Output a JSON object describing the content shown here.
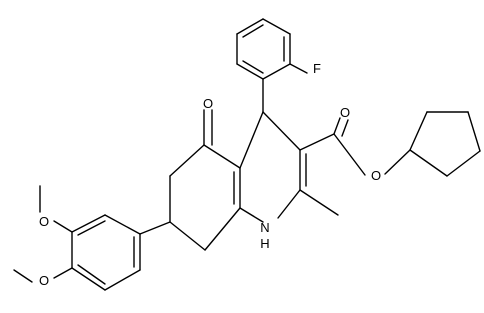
{
  "molecule": {
    "atoms": {
      "oxygen_ketone": "O",
      "oxygen_carbonyl": "O",
      "oxygen_ester": "O",
      "fluorine": "F",
      "nitrogen_h": "H",
      "nitrogen": "N",
      "oxygen_methoxy_upper": "O",
      "oxygen_methoxy_lower": "O"
    }
  },
  "colors": {
    "bond": "#000000",
    "label": "#000000",
    "background": "#ffffff"
  }
}
